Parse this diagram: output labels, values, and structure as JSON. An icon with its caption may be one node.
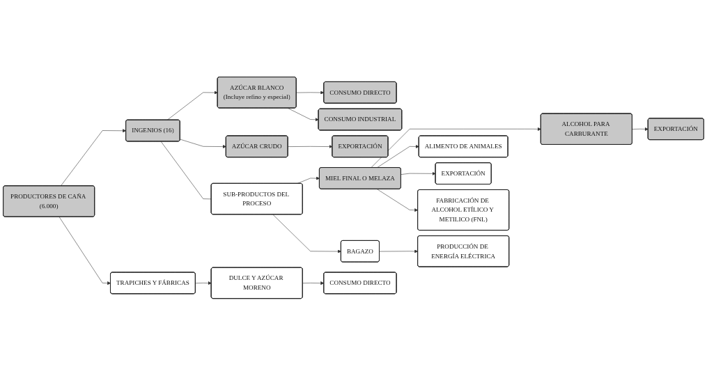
{
  "diagram": {
    "nodes": [
      {
        "text": [
          "PRODUCTORES DE CAÑA (6.000)"
        ]
      },
      {
        "text": [
          "INGENIOS (16)"
        ]
      },
      {
        "text": [
          "AZÚCAR BLANCO",
          "(Incluye refino y especial)"
        ]
      },
      {
        "text": [
          "CONSUMO DIRECTO"
        ]
      },
      {
        "text": [
          "CONSUMO INDUSTRIAL"
        ]
      },
      {
        "text": [
          "AZÚCAR CRUDO"
        ]
      },
      {
        "text": [
          "EXPORTACIÓN"
        ]
      },
      {
        "text": [
          "ALCOHOL PARA CARBURANTE"
        ]
      },
      {
        "text": [
          "EXPORTACIÓN"
        ]
      },
      {
        "text": [
          "MIEL FINAL O MELAZA"
        ]
      },
      {
        "text": [
          "ALIMENTO DE ANIMALES"
        ]
      },
      {
        "text": [
          "EXPORTACIÓN"
        ]
      },
      {
        "text": [
          "FABRICACIÓN DE ALCOHOL ETÍLICO Y METILICO (FNL)"
        ]
      },
      {
        "text": [
          "SUB-PRODUCTOS DEL PROCESO"
        ]
      },
      {
        "text": [
          "BAGAZO"
        ]
      },
      {
        "text": [
          "PRODUCCIÓN DE ENERGÍA ELÉCTRICA"
        ]
      },
      {
        "text": [
          "TRAPICHES Y FÁBRICAS"
        ]
      },
      {
        "text": [
          "DULCE Y AZÚCAR MORENO"
        ]
      },
      {
        "text": [
          "CONSUMO DIRECTO"
        ]
      }
    ],
    "edges": [
      {
        "from": 0,
        "to": 1,
        "arrow": "to"
      },
      {
        "from": 1,
        "to": 2,
        "arrow": "to"
      },
      {
        "from": 1,
        "to": 5,
        "arrow": "to"
      },
      {
        "from": 2,
        "to": 3,
        "arrow": "to"
      },
      {
        "from": 2,
        "to": 4,
        "arrow": "to"
      },
      {
        "from": 5,
        "to": 6,
        "arrow": "to"
      },
      {
        "from": 7,
        "to": 8,
        "arrow": "to"
      },
      {
        "from": 9,
        "to": 7,
        "arrow": "to"
      },
      {
        "from": 9,
        "to": 10,
        "arrow": "to"
      },
      {
        "from": 9,
        "to": 11,
        "arrow": "to"
      },
      {
        "from": 9,
        "to": 12,
        "arrow": "to"
      },
      {
        "from": 1,
        "to": 13,
        "arrow": "none"
      },
      {
        "from": 13,
        "to": 9,
        "arrow": "to"
      },
      {
        "from": 13,
        "to": 14,
        "arrow": "to"
      },
      {
        "from": 14,
        "to": 15,
        "arrow": "to"
      },
      {
        "from": 0,
        "to": 16,
        "arrow": "to"
      },
      {
        "from": 16,
        "to": 17,
        "arrow": "to"
      },
      {
        "from": 17,
        "to": 18,
        "arrow": "to"
      }
    ]
  }
}
